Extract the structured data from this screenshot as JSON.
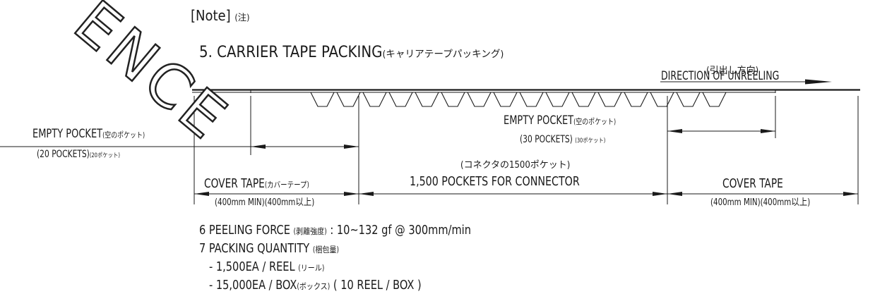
{
  "watermark": "ENCE",
  "note": {
    "en": "[Note]",
    "jp": "(注)"
  },
  "section5": {
    "en": "5. CARRIER TAPE PACKING",
    "jp": "(キャリアテープパッキング)"
  },
  "direction": {
    "jp": "(引出し方向)",
    "en": "DIRECTION OF UNREELING"
  },
  "empty_pocket_left": {
    "en": "EMPTY POCKET",
    "jp": "(空のポケット)",
    "count_en": "(20 POCKETS)",
    "count_jp": "(20ポケット)"
  },
  "empty_pocket_right": {
    "en": "EMPTY POCKET",
    "jp": "(空のポケット)",
    "count_en": "(30 POCKETS)",
    "count_jp": "(30ポケット)"
  },
  "connector": {
    "jp": "(コネクタの1500ポケット)",
    "en": "1,500 POCKETS FOR CONNECTOR"
  },
  "cover_tape_left": {
    "en": "COVER TAPE",
    "jp": "(カバーテープ)",
    "len_en": "(400mm MIN)",
    "len_jp": "(400mm以上)"
  },
  "cover_tape_right": {
    "en": "COVER TAPE",
    "len_en": "(400mm MIN)",
    "len_jp": "(400mm以上)"
  },
  "item6": {
    "en_a": "6 PEELING FORCE ",
    "jp": "(剥離強度)",
    "en_b": " : 10~132 gf @ 300mm/min"
  },
  "item7": {
    "en": "7 PACKING QUANTITY ",
    "jp": "(梱包量)"
  },
  "qty_reel": {
    "en": "- 1,500EA / REEL ",
    "jp": "(リール)"
  },
  "qty_box": {
    "en_a": "- 15,000EA /  BOX",
    "jp": "(ボックス)",
    "en_b": " ( 10 REEL / BOX )"
  }
}
